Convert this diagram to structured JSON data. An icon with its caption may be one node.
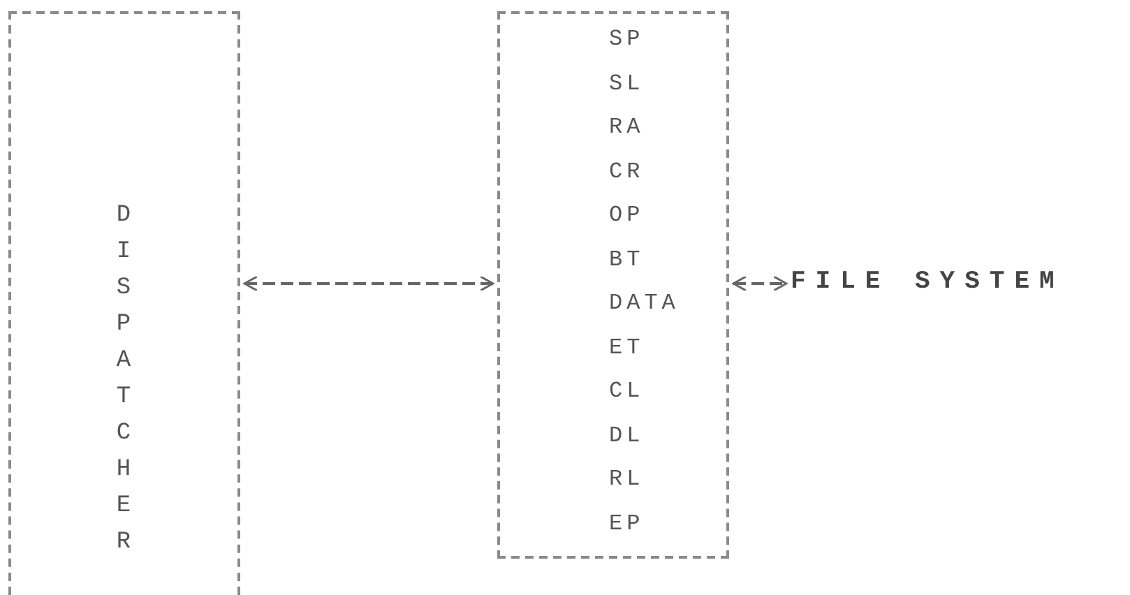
{
  "diagram": {
    "nodes": [
      {
        "text": [
          "DISPATCHER"
        ]
      },
      {
        "text": [
          "SP",
          "SL",
          "RA",
          "CR",
          "OP",
          "BT",
          "DATA",
          "ET",
          "CL",
          "DL",
          "RL",
          "EP"
        ]
      },
      {
        "text": [
          "FILE SYSTEM"
        ]
      }
    ],
    "edges": [
      {
        "from": 0,
        "to": 1,
        "arrow": "both",
        "style": "dashed"
      },
      {
        "from": 1,
        "to": 2,
        "arrow": "both",
        "style": "dashed"
      }
    ]
  }
}
